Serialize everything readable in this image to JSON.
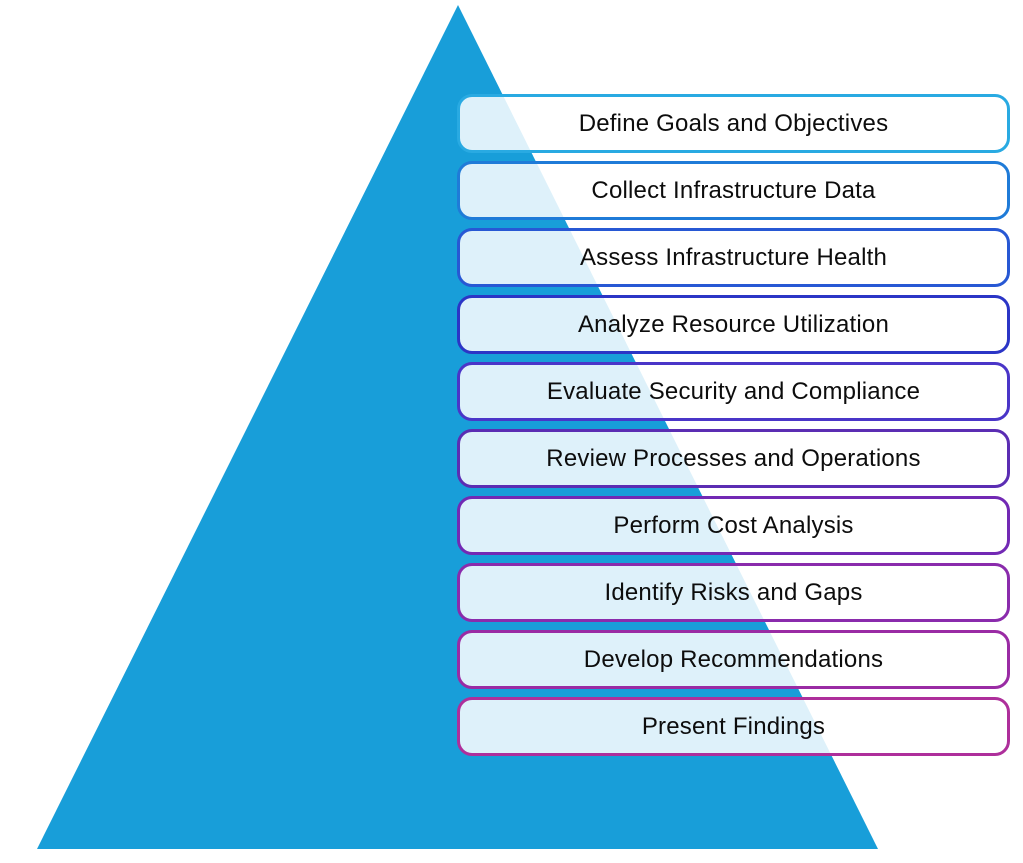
{
  "pyramid": {
    "color": "#189ED9"
  },
  "box": {
    "fill": "rgba(255,255,255,0.86)",
    "text_color": "#0d0d0d"
  },
  "steps": [
    {
      "label": "Define Goals and Objectives",
      "border_color": "#29AAE2"
    },
    {
      "label": "Collect Infrastructure Data",
      "border_color": "#1F7BD8"
    },
    {
      "label": "Assess Infrastructure Health",
      "border_color": "#2758D4"
    },
    {
      "label": "Analyze Resource Utilization",
      "border_color": "#2B35C6"
    },
    {
      "label": "Evaluate Security and Compliance",
      "border_color": "#4A35C8"
    },
    {
      "label": "Review Processes and Operations",
      "border_color": "#5B2DB3"
    },
    {
      "label": "Perform Cost Analysis",
      "border_color": "#7229B4"
    },
    {
      "label": "Identify Risks and Gaps",
      "border_color": "#8A2BAC"
    },
    {
      "label": "Develop Recommendations",
      "border_color": "#9A2BA4"
    },
    {
      "label": "Present Findings",
      "border_color": "#AE2F9B"
    }
  ]
}
